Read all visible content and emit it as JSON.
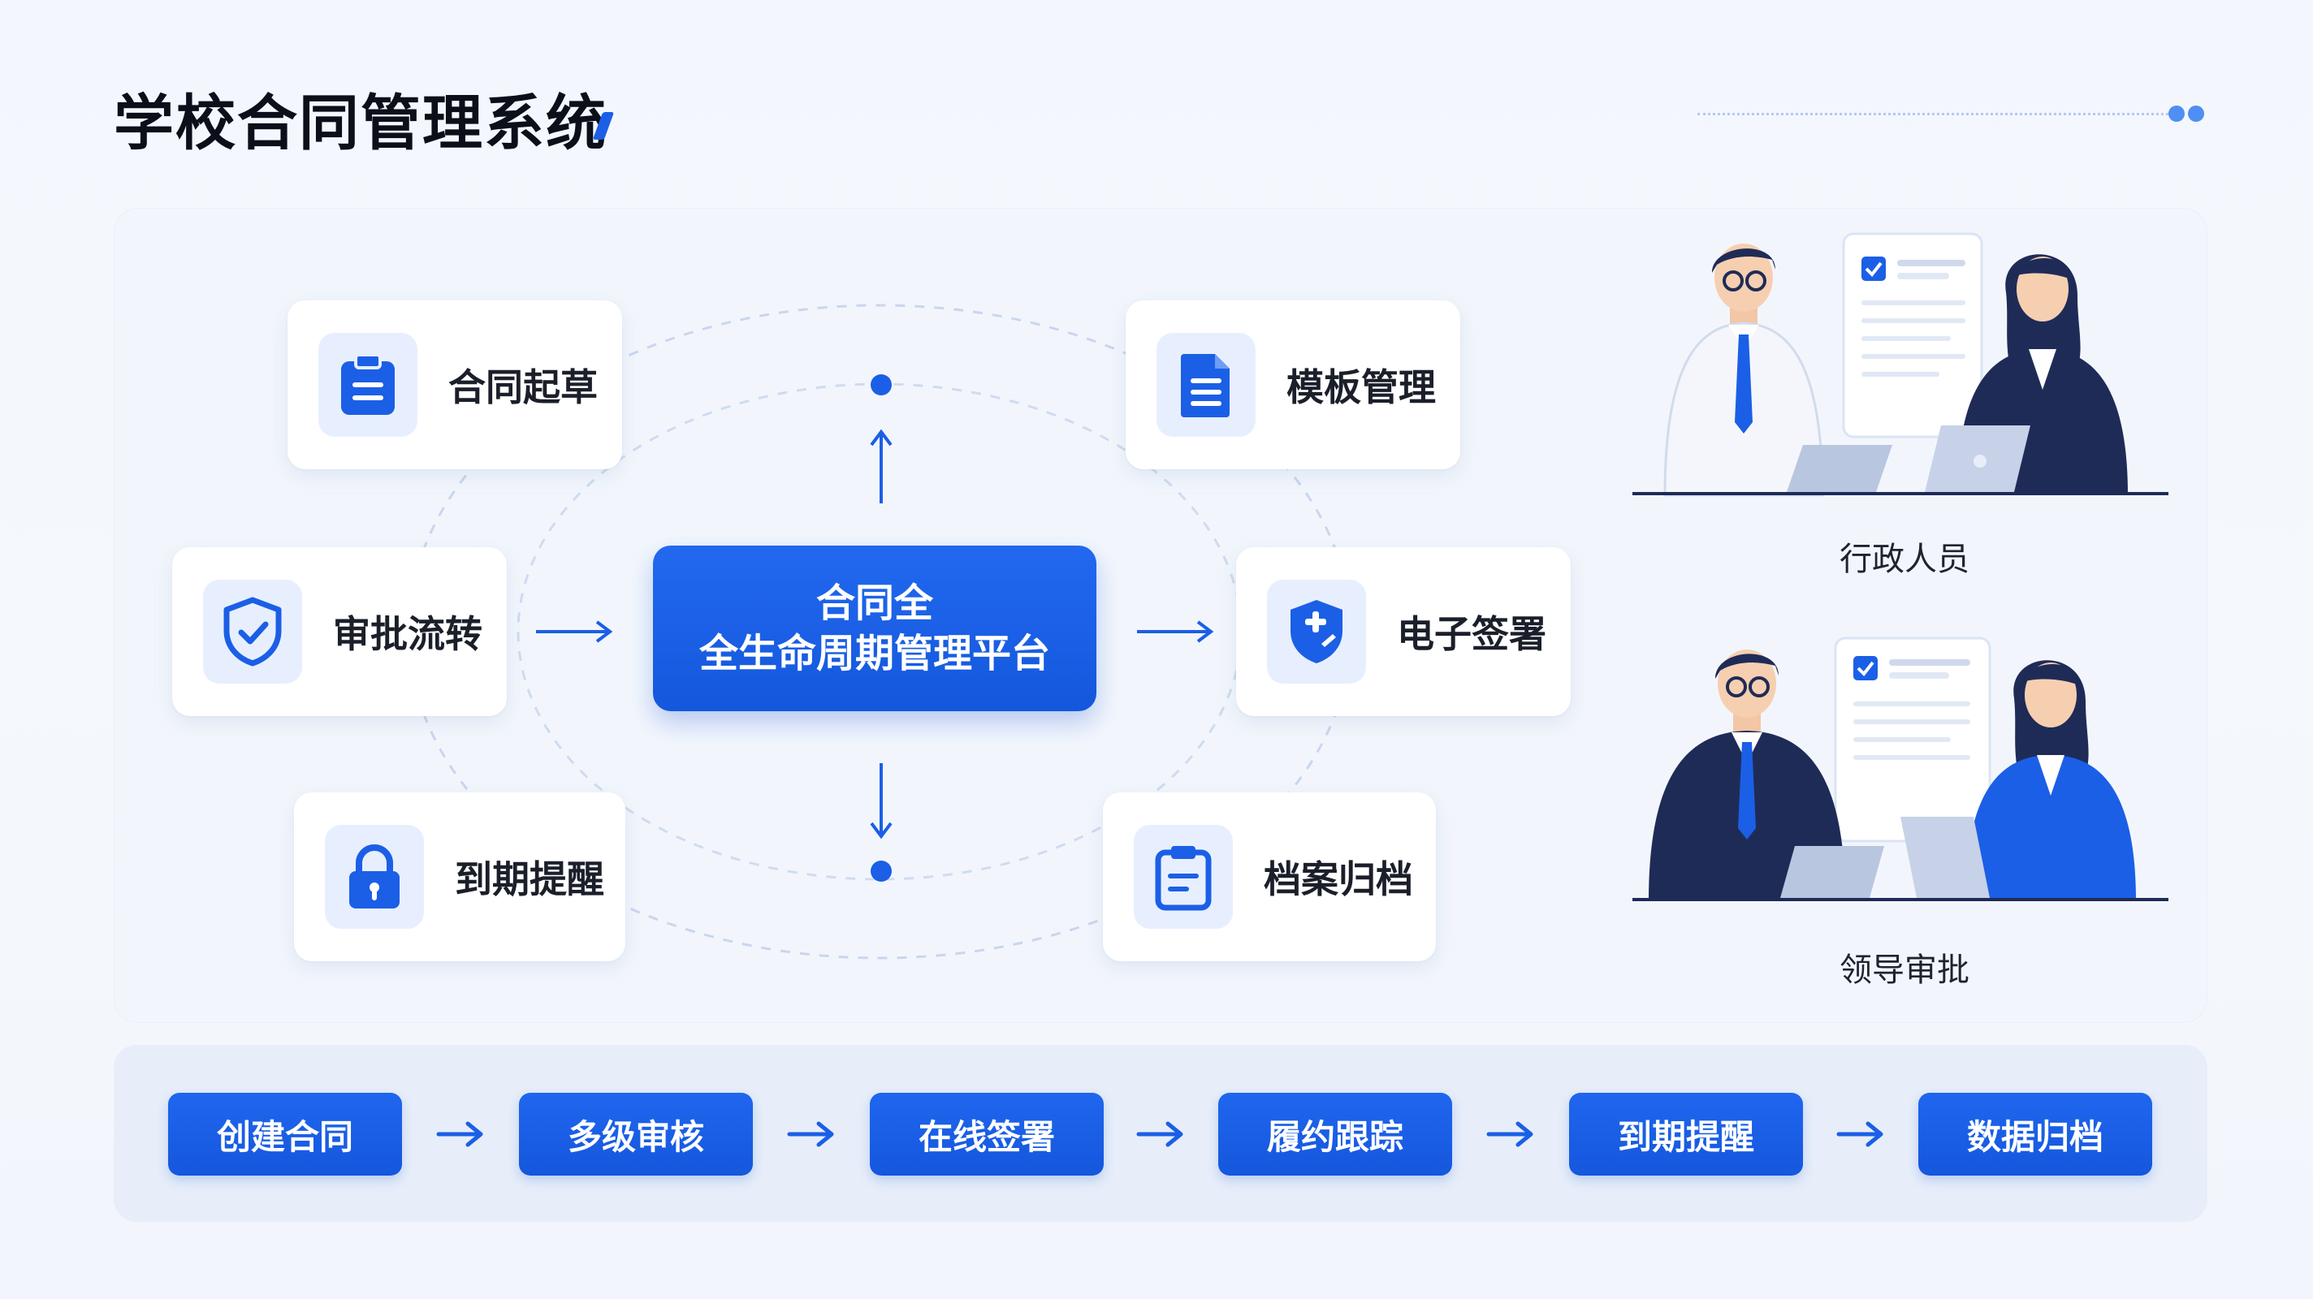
{
  "title": "学校合同管理系统",
  "center": {
    "line1": "合同全",
    "line2": "全生命周期管理平台"
  },
  "features": {
    "draft": "合同起草",
    "template": "模板管理",
    "approval": "审批流转",
    "esign": "电子签署",
    "reminder": "到期提醒",
    "archive": "档案归档"
  },
  "roles": {
    "admin": "行政人员",
    "leader": "领导审批"
  },
  "flow": [
    "创建合同",
    "多级审核",
    "在线签署",
    "履约跟踪",
    "到期提醒",
    "数据归档"
  ],
  "icons": {
    "draft": "clipboard-icon",
    "template": "document-icon",
    "approval": "shield-check-icon",
    "esign": "shield-pen-icon",
    "reminder": "lock-icon",
    "archive": "clipboard-list-icon"
  },
  "colors": {
    "accent": "#1b5fe6",
    "panel": "#f2f6fc",
    "icon_bg": "#e7efff",
    "navy": "#1f2b57"
  }
}
